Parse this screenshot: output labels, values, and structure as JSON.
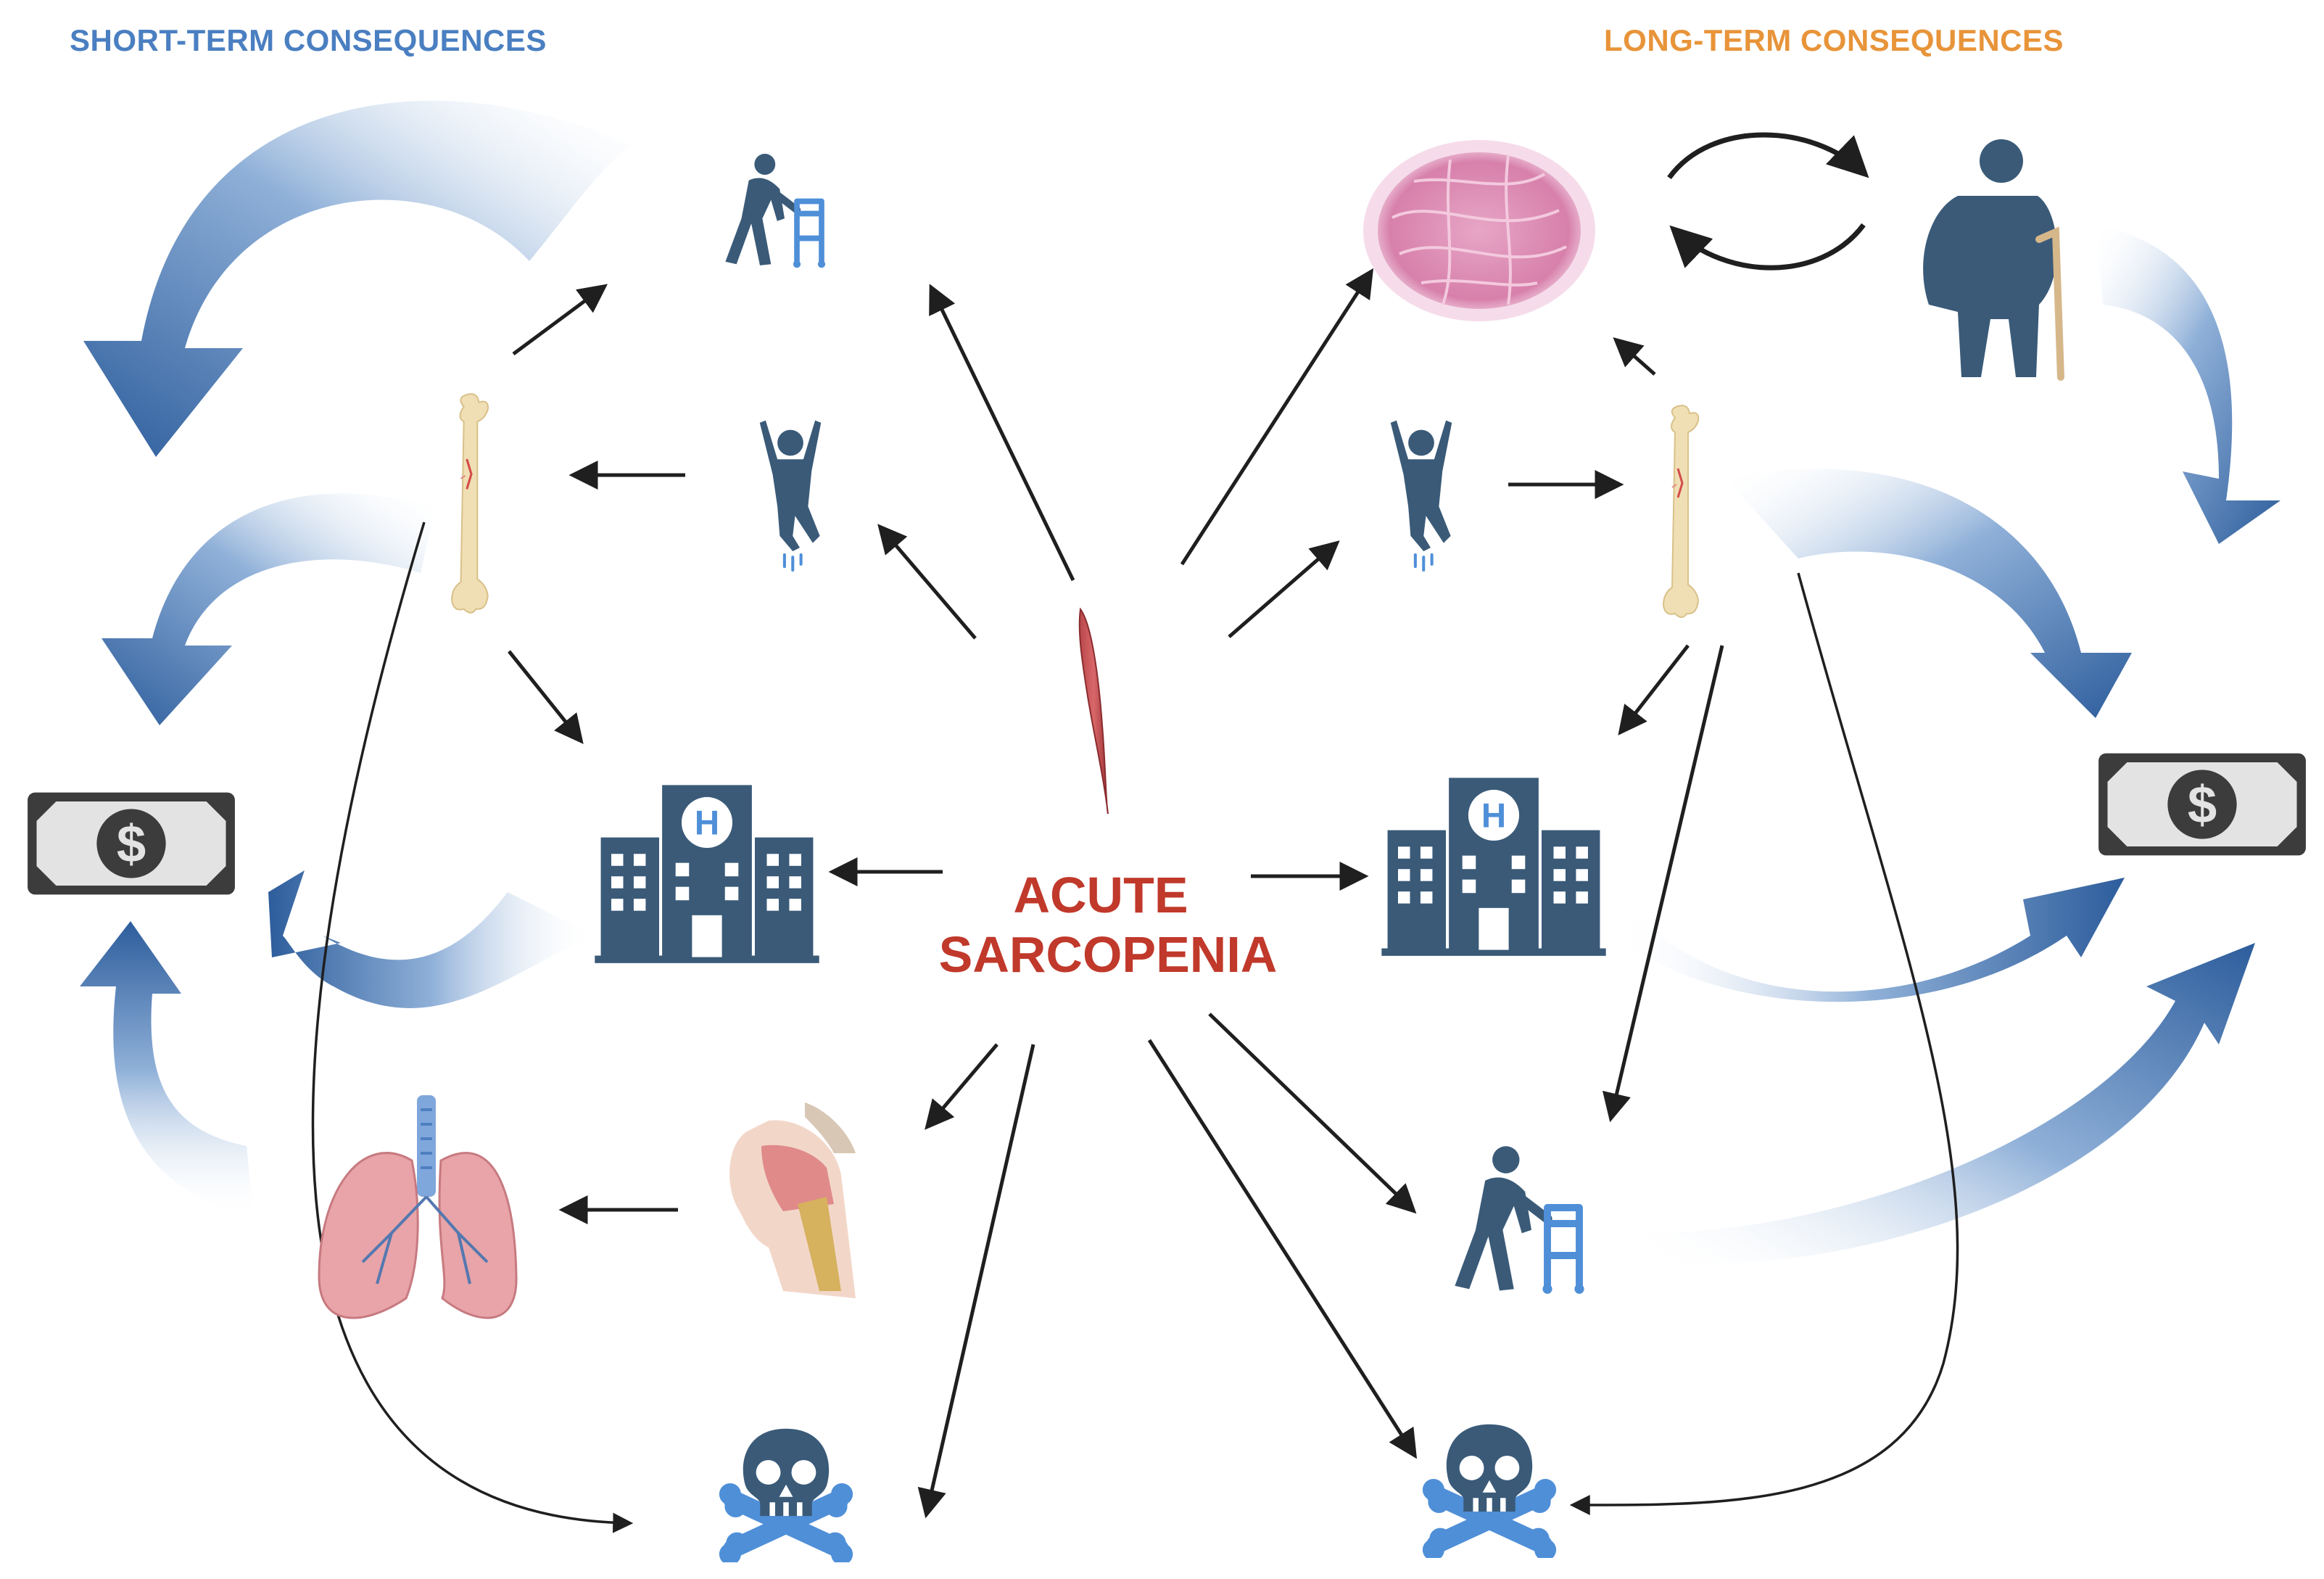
{
  "titles": {
    "short_term": "SHORT-TERM CONSEQUENCES",
    "long_term": "LONG-TERM CONSEQUENCES",
    "center_line1": "ACUTE",
    "center_line2": "SARCOPENIA"
  },
  "icons": [
    "muscle-icon",
    "hospital-icon",
    "falling-person-icon",
    "bone-fracture-icon",
    "walker-elderly-icon",
    "money-icon",
    "lungs-icon",
    "throat-icon",
    "skull-crossbones-icon",
    "muscle-tissue-icon",
    "obese-elderly-icon"
  ],
  "colors": {
    "short_term_title": "#4a7fc1",
    "long_term_title": "#e8943a",
    "center_title": "#c0392b",
    "icon_slate": "#3a5a78",
    "walker_blue": "#4f8fd8",
    "bone": "#f0dfb4",
    "lungs": "#e8a4a8",
    "curved_arrow": "#2d5d9c",
    "money_dark": "#3c3c3c"
  }
}
